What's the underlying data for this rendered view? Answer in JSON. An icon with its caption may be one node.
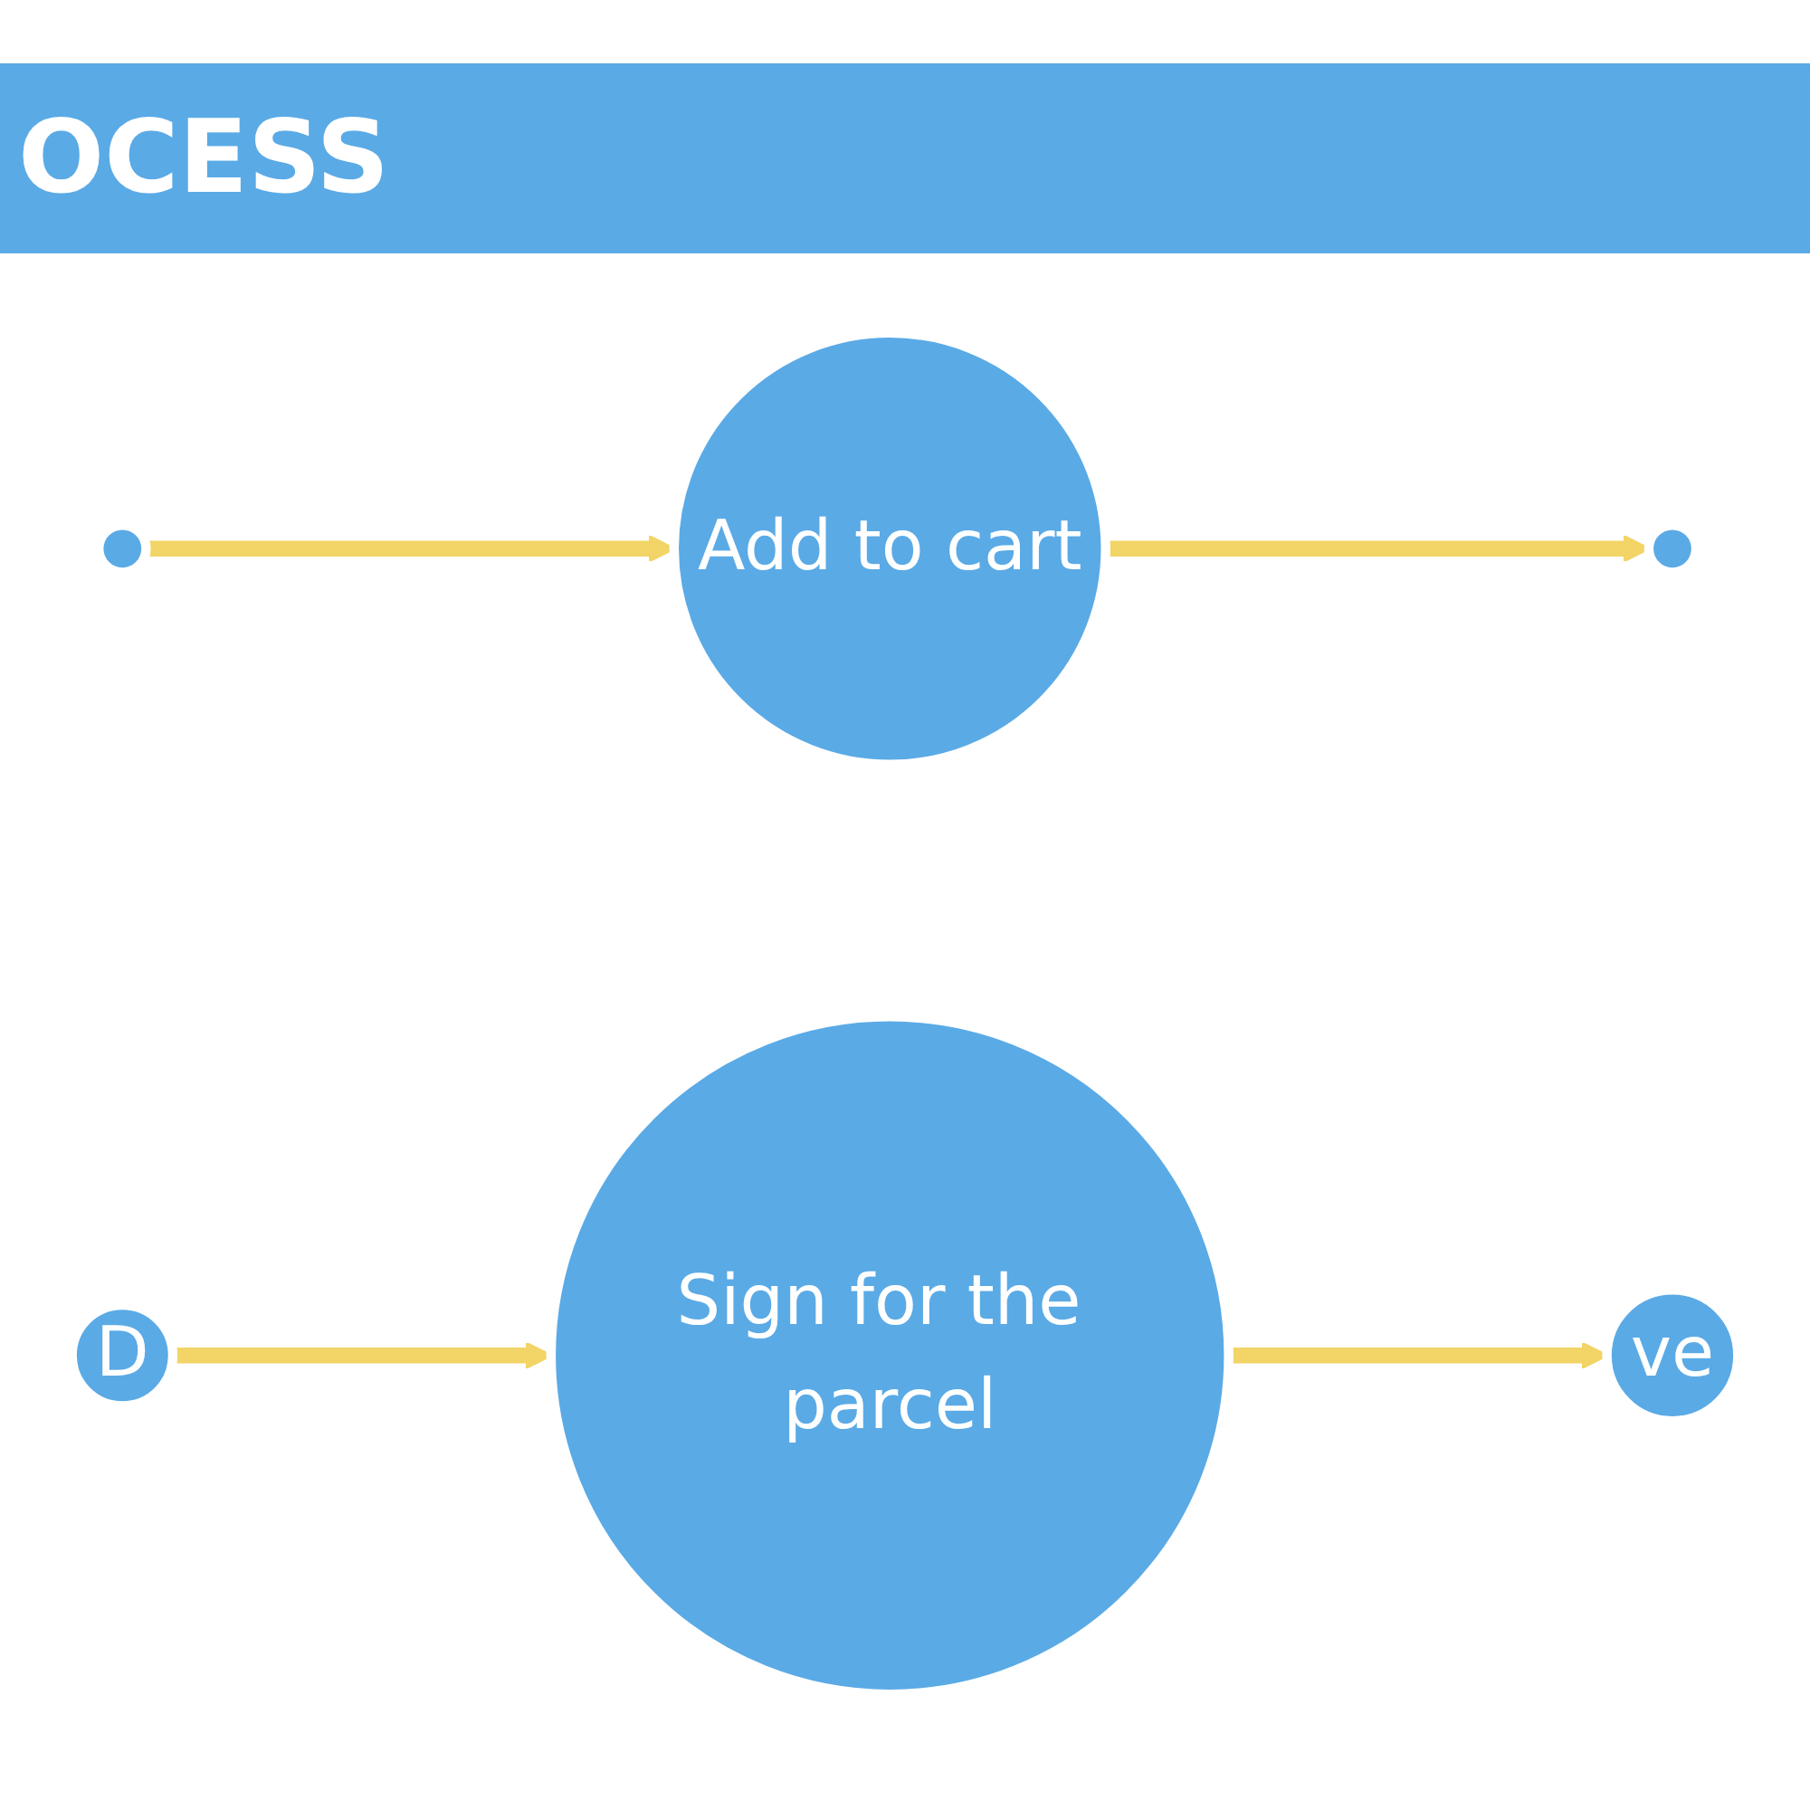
{
  "diagram": {
    "title": "OCESS",
    "nodes": [
      {
        "text": [],
        "shape": "circle"
      },
      {
        "text": [
          "Add to cart"
        ]
      },
      {
        "text": [],
        "shape": "circle"
      },
      {
        "text": [
          "ve"
        ]
      },
      {
        "text": [
          "Sign for the parcel"
        ]
      },
      {
        "text": [
          "D"
        ]
      }
    ],
    "edges": [
      {
        "from": 0,
        "to": 1,
        "arrow": "to"
      },
      {
        "from": 1,
        "to": 2,
        "arrow": "to"
      },
      {
        "from": 5,
        "to": 4,
        "arrow": "to"
      },
      {
        "from": 4,
        "to": 3,
        "arrow": "to"
      }
    ]
  }
}
